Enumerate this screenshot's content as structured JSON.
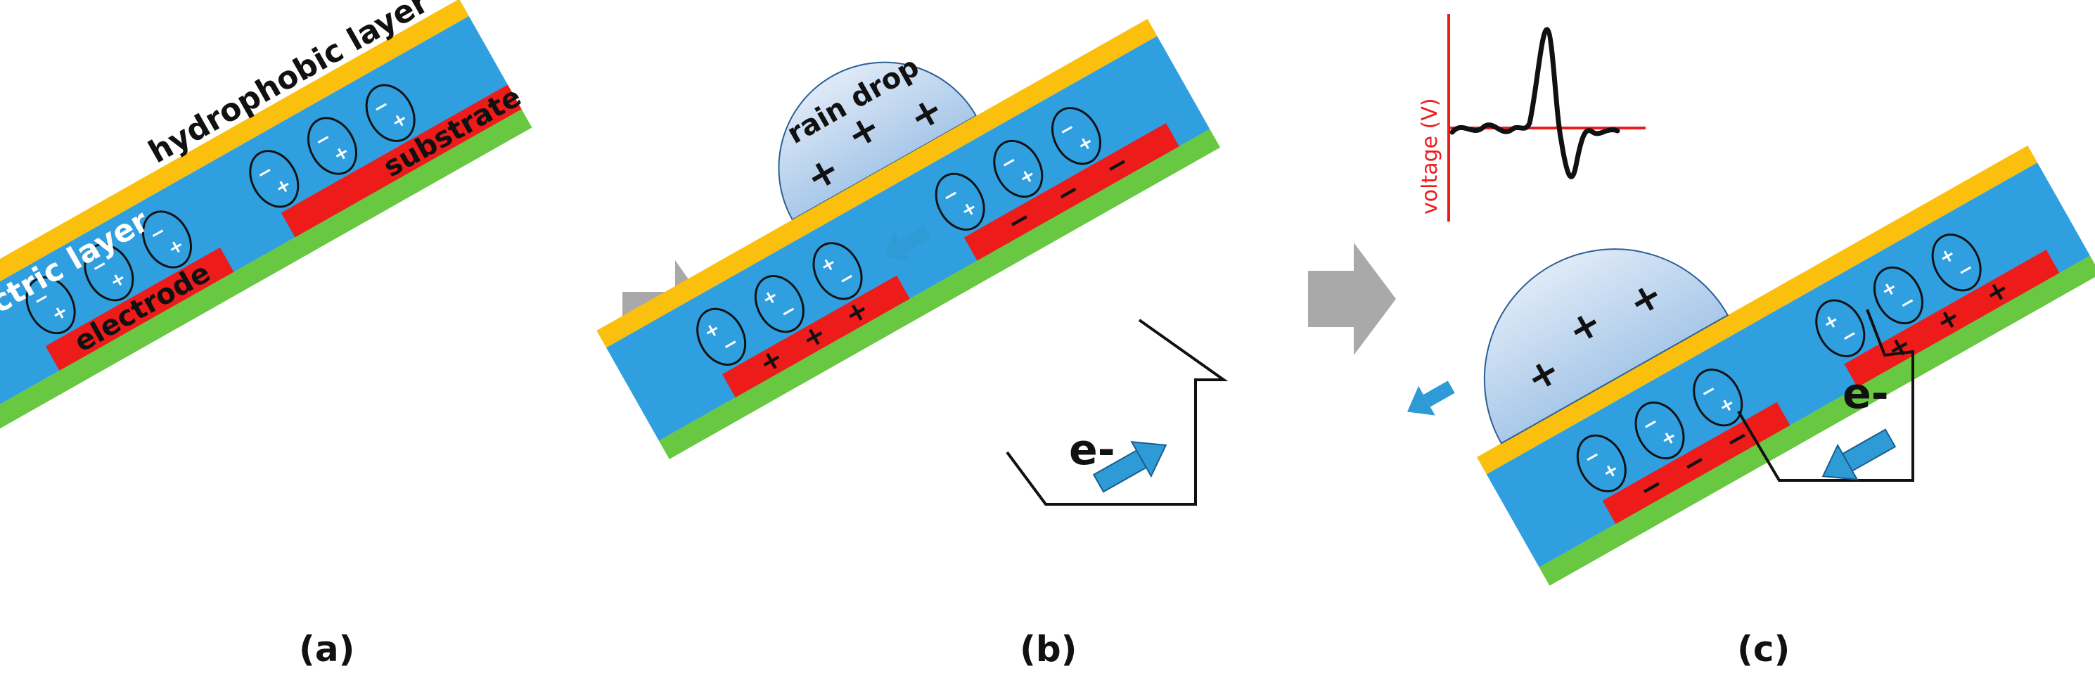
{
  "panels": {
    "a": {
      "caption": "(a)",
      "layer_labels": {
        "hydrophobic": "hydrophobic layer",
        "dielectric": "dielectric layer",
        "electrode": "electrode",
        "substrate": "substrate"
      }
    },
    "b": {
      "caption": "(b)",
      "drop_label": "rain drop",
      "drop_charge": "+",
      "electrode_left_charge": "+",
      "electrode_right_charge": "−",
      "electron_label": "e-"
    },
    "c": {
      "caption": "(c)",
      "drop_charge": "+",
      "electrode_left_charge": "−",
      "electrode_right_charge": "+",
      "electron_label": "e-",
      "graph_ylabel": "voltage (V)"
    }
  },
  "dipole_signs": {
    "plus": "+",
    "minus": "−"
  },
  "colors": {
    "hydrophobic": "#fbbf0e",
    "dielectric": "#2f9fe0",
    "electrode": "#ee1b1b",
    "substrate": "#68c842",
    "drop_fill": "#b9d4ee",
    "arrow_blue": "#2e9bd6",
    "process_arrow": "#a9a9a9",
    "voltage_axis": "#ee1b1b"
  }
}
